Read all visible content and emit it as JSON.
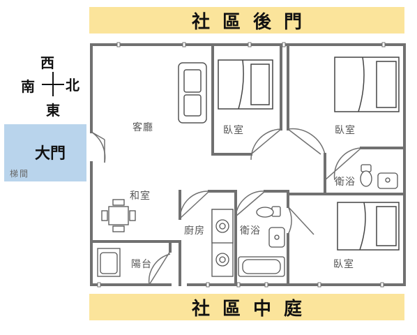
{
  "banners": {
    "top": "社區後門",
    "bottom": "社區中庭"
  },
  "entrance": {
    "door": "大門",
    "stair": "梯間"
  },
  "compass": {
    "west": "西",
    "south": "南",
    "north": "北",
    "east": "東"
  },
  "rooms": {
    "living": "客廳",
    "bedroom_a": "臥室",
    "bedroom_b": "臥室",
    "bathroom_small": "衛浴",
    "japanese_room": "和室",
    "kitchen": "廚房",
    "bathroom_main": "衛浴",
    "balcony": "陽台",
    "bedroom_c": "臥室"
  },
  "colors": {
    "banner": "#fbe49b",
    "entrance": "#b9d4ec",
    "wall": "#707070"
  }
}
